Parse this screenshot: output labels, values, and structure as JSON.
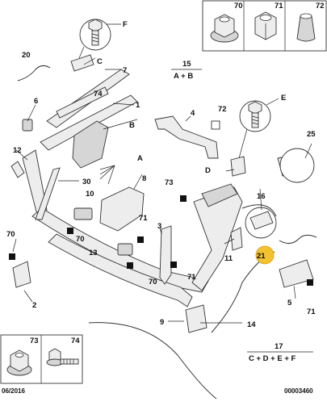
{
  "labels": {
    "l1": "1",
    "l2": "2",
    "l3": "3",
    "l4": "4",
    "l5": "5",
    "l6": "6",
    "l7": "7",
    "l8": "8",
    "l9": "9",
    "l10": "10",
    "l11": "11",
    "l12": "12",
    "l13": "13",
    "l14": "14",
    "l15": "15",
    "l16": "16",
    "l17": "17",
    "l20": "20",
    "l21": "21",
    "l25": "25",
    "l30": "30",
    "l70a": "70",
    "l70b": "70",
    "l70c": "70",
    "l71a": "71",
    "l71b": "71",
    "l71c": "71",
    "l72": "72",
    "l73": "73",
    "l74": "74",
    "lA": "A",
    "lB": "B",
    "lC": "C",
    "lD": "D",
    "lE": "E",
    "lF": "F"
  },
  "formulas": {
    "f15_num": "15",
    "f15_expr": "A + B",
    "f17_num": "17",
    "f17_expr": "C + D + E + F"
  },
  "inset_top": {
    "n70": "70",
    "n71": "71",
    "n72": "72"
  },
  "inset_bottom": {
    "n73": "73",
    "n74": "74"
  },
  "footer": {
    "date": "06/2016",
    "ref": "00003460"
  },
  "colors": {
    "highlight": "#f2c230",
    "ink": "#111111",
    "paper": "#ffffff"
  }
}
